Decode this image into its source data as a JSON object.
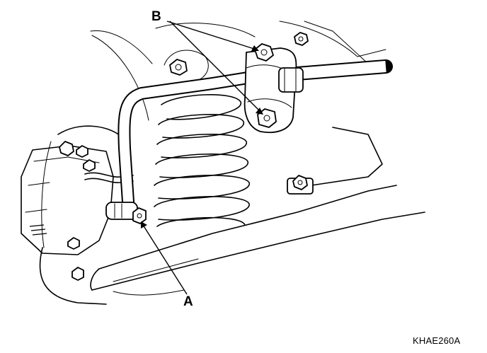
{
  "labels": {
    "a": "A",
    "b": "B"
  },
  "figure_code": "KHAE260A"
}
